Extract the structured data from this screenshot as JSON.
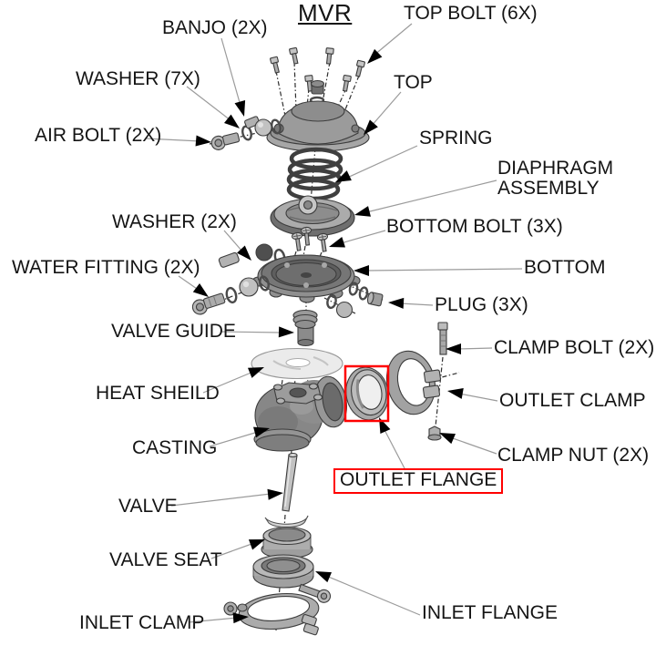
{
  "title": "MVR",
  "colors": {
    "highlight": "#ff0000",
    "text": "#141414",
    "leader_line": "#9b9b9b",
    "arrow": "#000000"
  },
  "labels": {
    "banjo": "BANJO (2X)",
    "washer7": "WASHER (7X)",
    "air_bolt": "AIR BOLT (2X)",
    "top_bolt": "TOP BOLT (6X)",
    "top": "TOP",
    "spring": "SPRING",
    "diaphragm_assembly": "DIAPHRAGM ASSEMBLY",
    "washer2": "WASHER (2X)",
    "bottom_bolt": "BOTTOM BOLT (3X)",
    "water_fitting": "WATER FITTING (2X)",
    "bottom": "BOTTOM",
    "plug": "PLUG (3X)",
    "valve_guide": "VALVE GUIDE",
    "clamp_bolt": "CLAMP BOLT (2X)",
    "heat_shield": "HEAT SHEILD",
    "outlet_clamp": "OUTLET CLAMP",
    "casting": "CASTING",
    "clamp_nut": "CLAMP NUT (2X)",
    "outlet_flange": "OUTLET FLANGE",
    "valve": "VALVE",
    "valve_seat": "VALVE SEAT",
    "inlet_flange": "INLET FLANGE",
    "inlet_clamp": "INLET CLAMP"
  }
}
